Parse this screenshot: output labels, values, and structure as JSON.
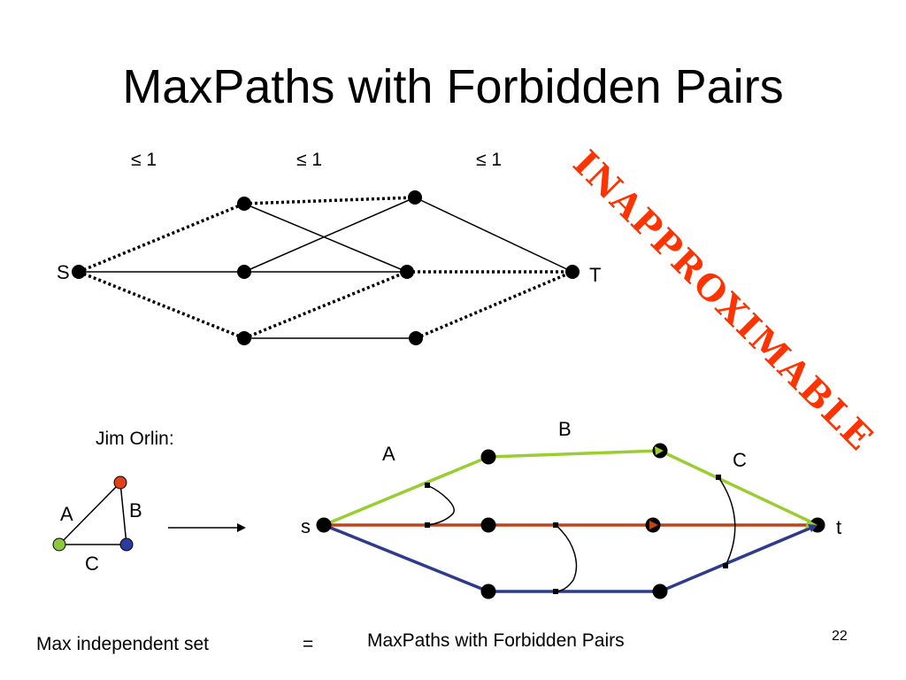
{
  "slide": {
    "title": "MaxPaths with Forbidden Pairs",
    "page_number": "22",
    "stamp": "INAPPROXIMABLE",
    "stamp_color": "#ff3300"
  },
  "top_graph": {
    "capacity_labels": [
      "≤ 1",
      "≤ 1",
      "≤ 1"
    ],
    "source_label": "S",
    "sink_label": "T"
  },
  "reduction": {
    "credit": "Jim Orlin:",
    "triangle_labels": {
      "a": "A",
      "b": "B",
      "c": "C"
    },
    "node_colors": {
      "top": "#e0401a",
      "left": "#8dc63f",
      "right": "#2f3b9c"
    },
    "path_labels": {
      "a": "A",
      "b": "B",
      "c": "C"
    },
    "source_label": "s",
    "sink_label": "t",
    "edge_colors": {
      "green": "#9acd32",
      "red": "#c0441a",
      "blue": "#2e3a8c"
    }
  },
  "footer": {
    "left": "Max independent set",
    "equals": "=",
    "right": "MaxPaths with Forbidden Pairs"
  }
}
